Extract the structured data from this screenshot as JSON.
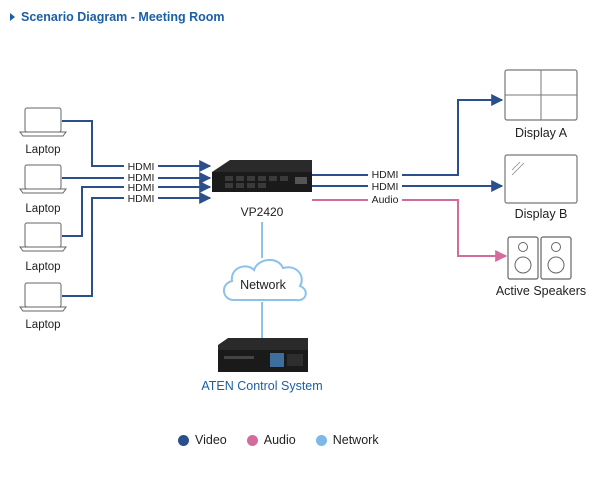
{
  "header": {
    "title": "Scenario Diagram - Meeting Room"
  },
  "laptops": [
    "Laptop",
    "Laptop",
    "Laptop",
    "Laptop"
  ],
  "inputs": [
    "HDMI",
    "HDMI",
    "HDMI",
    "HDMI"
  ],
  "switcher": {
    "name": "VP2420"
  },
  "outputs": {
    "hdmi_a": "HDMI",
    "hdmi_b": "HDMI",
    "audio": "Audio"
  },
  "displays": {
    "a": "Display A",
    "b": "Display B"
  },
  "speakers": "Active Speakers",
  "network": "Network",
  "control": "ATEN Control System",
  "legend": [
    {
      "label": "Video",
      "color": "#2b4e8c"
    },
    {
      "label": "Audio",
      "color": "#d36b9c"
    },
    {
      "label": "Network",
      "color": "#7fb8e6"
    }
  ],
  "colors": {
    "video": "#2b4e8c",
    "audio": "#d36b9c",
    "network": "#8cc2ea",
    "accent": "#1b5fa6",
    "device": "#1e1e1e"
  }
}
